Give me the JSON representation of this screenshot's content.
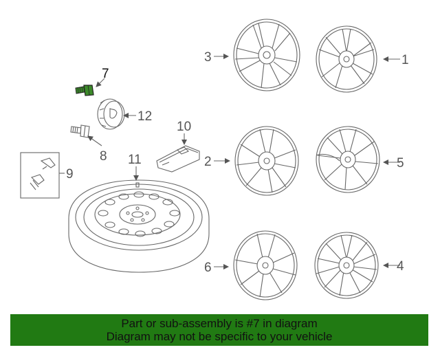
{
  "callouts": {
    "c1": "1",
    "c2": "2",
    "c3": "3",
    "c4": "4",
    "c5": "5",
    "c6": "6",
    "c7": "7",
    "c8": "8",
    "c9": "9",
    "c10": "10",
    "c11": "11",
    "c12": "12"
  },
  "banner": {
    "line1": "Part or sub-assembly is #7 in diagram",
    "line2": "Diagram may not be specific to your vehicle"
  },
  "colors": {
    "banner_bg": "#217a13",
    "line": "#666666",
    "highlight": "#3c8a2a"
  }
}
